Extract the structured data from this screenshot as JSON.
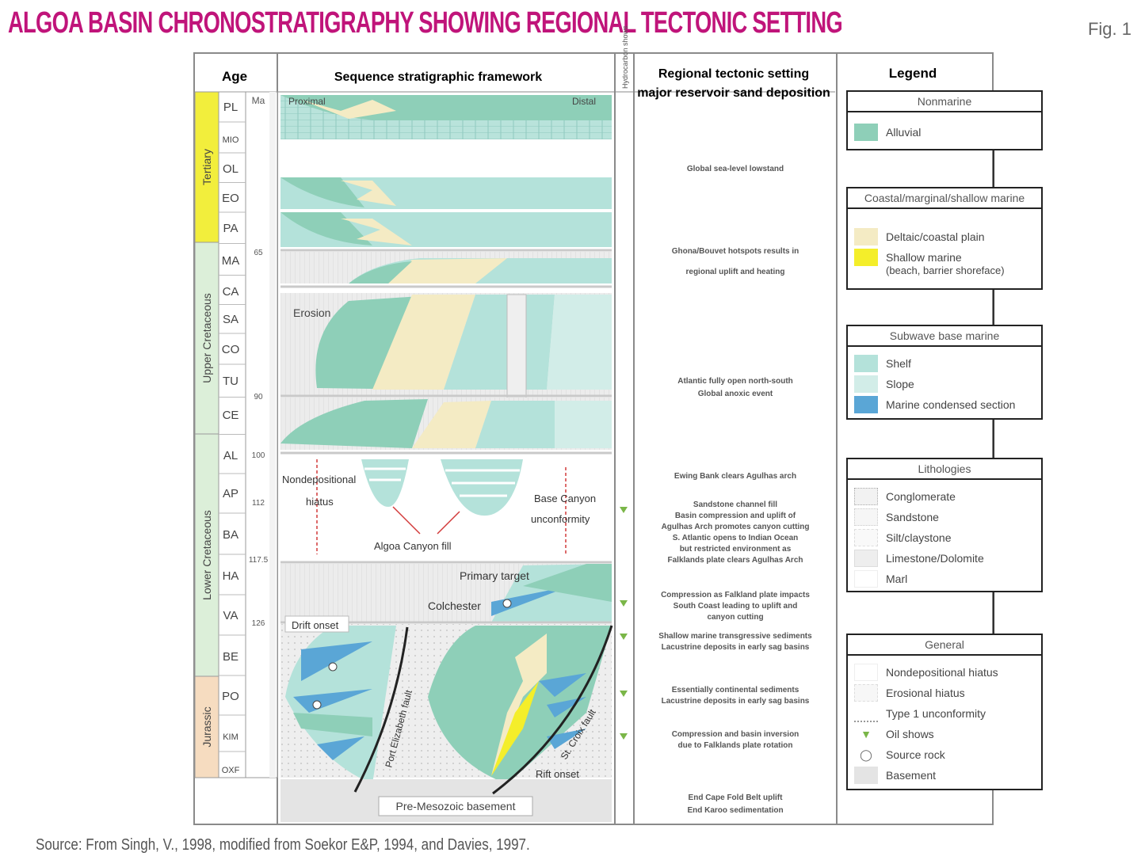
{
  "title": "Algoa basin chronostratigraphy showing regional tectonic setting",
  "fig_label": "Fig. 1",
  "source": "Source: From Singh, V., 1998, modified from Soekor E&P, 1994, and Davies, 1997.",
  "headers": {
    "age": "Age",
    "sequence": "Sequence stratigraphic framework",
    "hydrocarbon": "Hydrocarbon shows",
    "tectonic_line1": "Regional tectonic setting",
    "tectonic_line2": "major reservoir sand deposition",
    "legend": "Legend"
  },
  "ma_label": "Ma",
  "eras": [
    {
      "name": "Tertiary",
      "color": "#f2ee3c"
    },
    {
      "name": "Upper Cretaceous",
      "color": "#dcefd9"
    },
    {
      "name": "Lower Cretaceous",
      "color": "#dcefd9"
    },
    {
      "name": "Jurassic",
      "color": "#f6dcc0"
    }
  ],
  "stages": [
    "PL",
    "MIO",
    "OL",
    "EO",
    "PA",
    "MA",
    "CA",
    "SA",
    "CO",
    "TU",
    "CE",
    "AL",
    "AP",
    "BA",
    "HA",
    "VA",
    "BE",
    "PO",
    "KIM",
    "OXF"
  ],
  "ma_ticks": [
    "65",
    "90",
    "100",
    "112",
    "117.5",
    "126"
  ],
  "sequence_labels": {
    "proximal": "Proximal",
    "distal": "Distal",
    "erosion": "Erosion",
    "nondep": "Nondepositional",
    "hiatus": "hiatus",
    "base_canyon": "Base Canyon",
    "unconformity": "unconformity",
    "canyon_fill": "Algoa Canyon fill",
    "primary_target": "Primary target",
    "colchester": "Colchester",
    "drift_onset": "Drift onset",
    "rift_onset": "Rift onset",
    "pe_fault": "Port Elizabeth fault",
    "sc_fault": "St. Croix fault",
    "basement": "Pre-Mesozoic basement"
  },
  "tectonic_notes": [
    "Global sea-level lowstand",
    "Ghona/Bouvet hotspots results in",
    "regional uplift and heating",
    "Atlantic fully open north-south",
    "Global anoxic event",
    "Ewing Bank clears Agulhas arch",
    "Sandstone channel fill",
    "Basin compression and uplift of",
    "Agulhas Arch promotes canyon cutting",
    "S. Atlantic opens to Indian Ocean",
    "but restricted environment as",
    "Falklands plate clears Agulhas Arch",
    "Compression as Falkland plate impacts",
    "South Coast leading to uplift and",
    "canyon cutting",
    "Shallow marine transgressive sediments",
    "Lacustrine deposits in early sag basins",
    "Essentially continental sediments",
    "Lacustrine deposits in early sag basins",
    "Compression and basin inversion",
    "due to Falklands plate rotation",
    "End Cape Fold Belt uplift",
    "End Karoo sedimentation"
  ],
  "legend": {
    "groups": [
      {
        "heading": "Nonmarine",
        "items": [
          {
            "label": "Alluvial",
            "color": "#8ecfb8"
          }
        ]
      },
      {
        "heading": "Coastal/marginal/shallow marine",
        "items": [
          {
            "label": "Deltaic/coastal plain",
            "color": "#f4ebc4"
          },
          {
            "label": "Shallow marine",
            "color": "#f4ee2a"
          }
        ],
        "note": "(beach, barrier shoreface)"
      },
      {
        "heading": "Subwave base marine",
        "items": [
          {
            "label": "Shelf",
            "color": "#b4e2da"
          },
          {
            "label": "Slope",
            "color": "#d2ede8"
          },
          {
            "label": "Marine condensed section",
            "color": "#5aa6d6"
          }
        ]
      },
      {
        "heading": "Lithologies",
        "items": [
          {
            "label": "Conglomerate",
            "color": "#f2f2f2"
          },
          {
            "label": "Sandstone",
            "color": "#f6f6f6"
          },
          {
            "label": "Silt/claystone",
            "color": "#f9f9f9"
          },
          {
            "label": "Limestone/Dolomite",
            "color": "#eeeeee"
          },
          {
            "label": "Marl",
            "color": "#ffffff"
          }
        ]
      },
      {
        "heading": "General",
        "items": [
          {
            "label": "Nondepositional hiatus",
            "color": "#ffffff"
          },
          {
            "label": "Erosional hiatus",
            "color": "#f7f7f7"
          },
          {
            "label": "Type 1 unconformity",
            "color": "#ffffff"
          },
          {
            "label": "Oil shows",
            "color": "#ffffff"
          },
          {
            "label": "Source rock",
            "color": "#ffffff"
          },
          {
            "label": "Basement",
            "color": "#e4e4e4"
          }
        ]
      }
    ]
  }
}
